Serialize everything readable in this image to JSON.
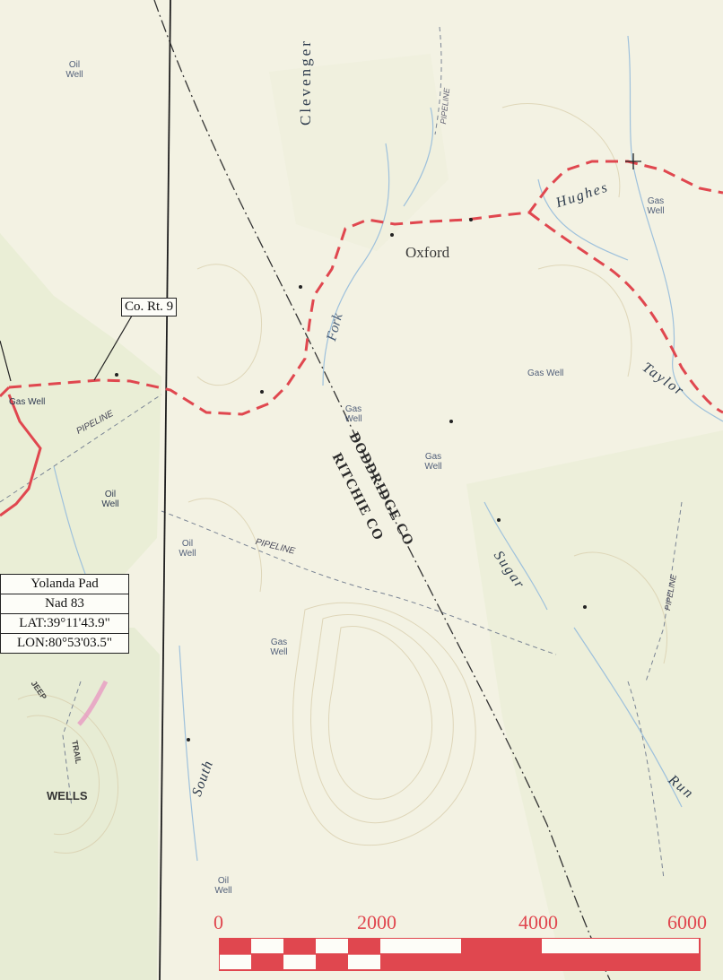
{
  "labels": {
    "clevenger": "Clevenger",
    "oxford": "Oxford",
    "fork": "Fork",
    "hughes": "Hughes",
    "taylor": "Taylor",
    "sugar": "Sugar",
    "south": "South",
    "run": "Run",
    "wells": "WELLS",
    "jeep": "JEEP",
    "trail": "TRAIL",
    "pipeline_1": "PIPELINE",
    "pipeline_2": "PIPELINE",
    "pipeline_3": "PIPELINE",
    "pipeline_4": "PIPELINE",
    "county_doddridge": "DODDRIDGE CO",
    "county_ritchie": "RITCHIE CO",
    "road_box": "Co. Rt. 9"
  },
  "wells": [
    {
      "text": "Oil Well"
    },
    {
      "text": "Gas Well"
    },
    {
      "text": "Oil Well"
    },
    {
      "text": "Oil Well"
    },
    {
      "text": "Gas Well"
    },
    {
      "text": "Gas Well"
    },
    {
      "text": "Gas Well"
    },
    {
      "text": "Oil Well"
    },
    {
      "text": "Gas Well"
    },
    {
      "text": "Gas Well"
    }
  ],
  "pad_info": {
    "name": "Yolanda Pad",
    "datum": "Nad 83",
    "lat": "LAT:39°11'43.9\"",
    "lon": "LON:80°53'03.5\""
  },
  "scale_bar": {
    "ticks": [
      "0",
      "2000",
      "4000",
      "6000"
    ]
  },
  "colors": {
    "route": "#e0474f",
    "scale": "#e0474f",
    "county_line": "#333333",
    "background": "#f3f2e3"
  }
}
